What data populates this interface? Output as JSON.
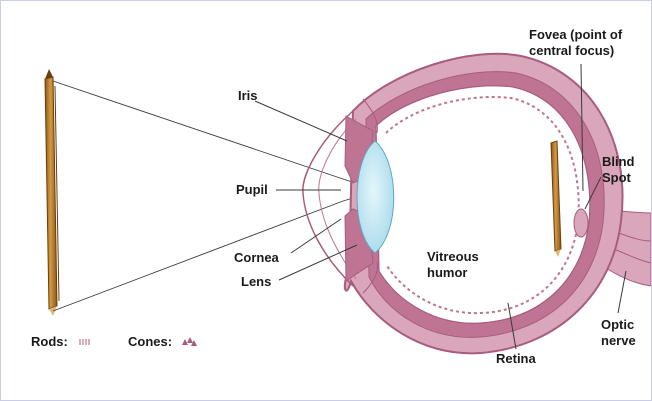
{
  "labels": {
    "fovea_line1": "Fovea (point of",
    "fovea_line2": "central focus)",
    "iris": "Iris",
    "blind_line1": "Blind",
    "blind_line2": "Spot",
    "pupil": "Pupil",
    "vitreous_line1": "Vitreous",
    "vitreous_line2": "humor",
    "cornea": "Cornea",
    "lens": "Lens",
    "retina": "Retina",
    "optic_line1": "Optic",
    "optic_line2": "nerve"
  },
  "legend": {
    "rods": "Rods:",
    "cones": "Cones:"
  },
  "colors": {
    "eye_wall": "#d9a6bb",
    "eye_wall_dark": "#a85d7e",
    "choroid": "#c07494",
    "lens": "#bfe6f2",
    "pencil": "#b77c2a",
    "pencil_dark": "#7a4c12",
    "lines": "#3a3a3a"
  }
}
